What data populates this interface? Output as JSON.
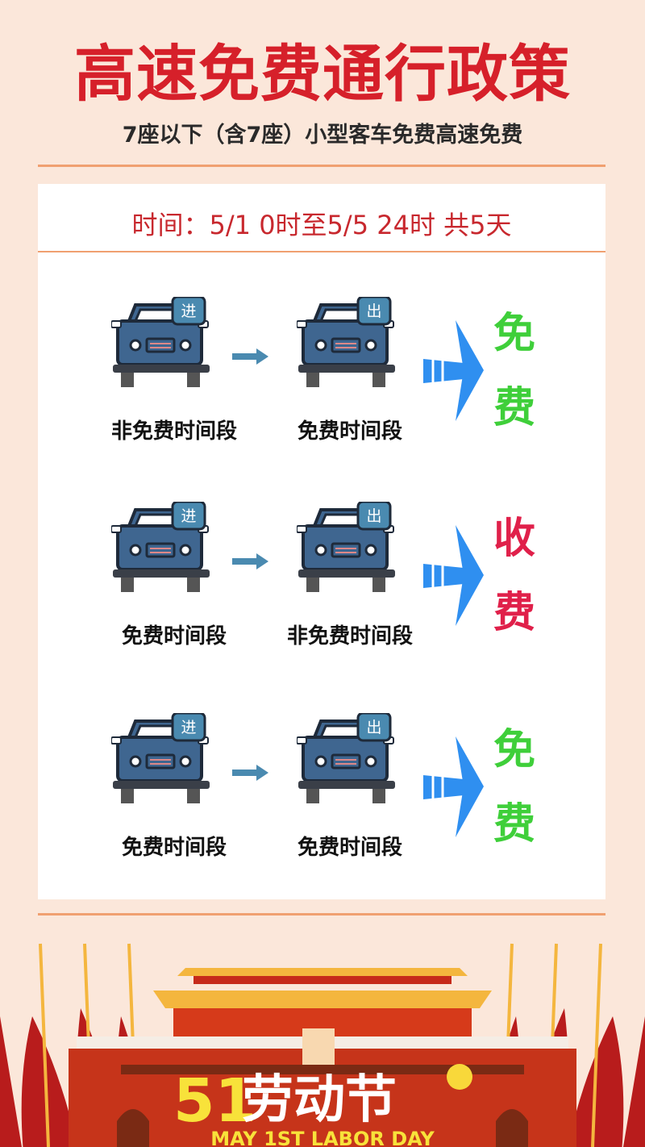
{
  "title": "高速免费通行政策",
  "subtitle": "7座以下（含7座）小型客车免费高速免费",
  "time": "时间：5/1  0时至5/5  24时 共5天",
  "rows": [
    {
      "entry_tag": "进",
      "exit_tag": "出",
      "entry_label": "非免费时间段",
      "exit_label": "免费时间段",
      "result": [
        "免",
        "费"
      ],
      "result_color": "#3fcf3a"
    },
    {
      "entry_tag": "进",
      "exit_tag": "出",
      "entry_label": "免费时间段",
      "exit_label": "非免费时间段",
      "result": [
        "收",
        "费"
      ],
      "result_color": "#e0204a"
    },
    {
      "entry_tag": "进",
      "exit_tag": "出",
      "entry_label": "免费时间段",
      "exit_label": "免费时间段",
      "result": [
        "免",
        "费"
      ],
      "result_color": "#3fcf3a"
    }
  ],
  "banner": {
    "title_num": "51",
    "title_text": "劳动节",
    "subtitle": "MAY 1ST LABOR DAY"
  },
  "colors": {
    "title": "#d6202a",
    "car": "#3f6690",
    "arrow": "#2f8ff0"
  }
}
